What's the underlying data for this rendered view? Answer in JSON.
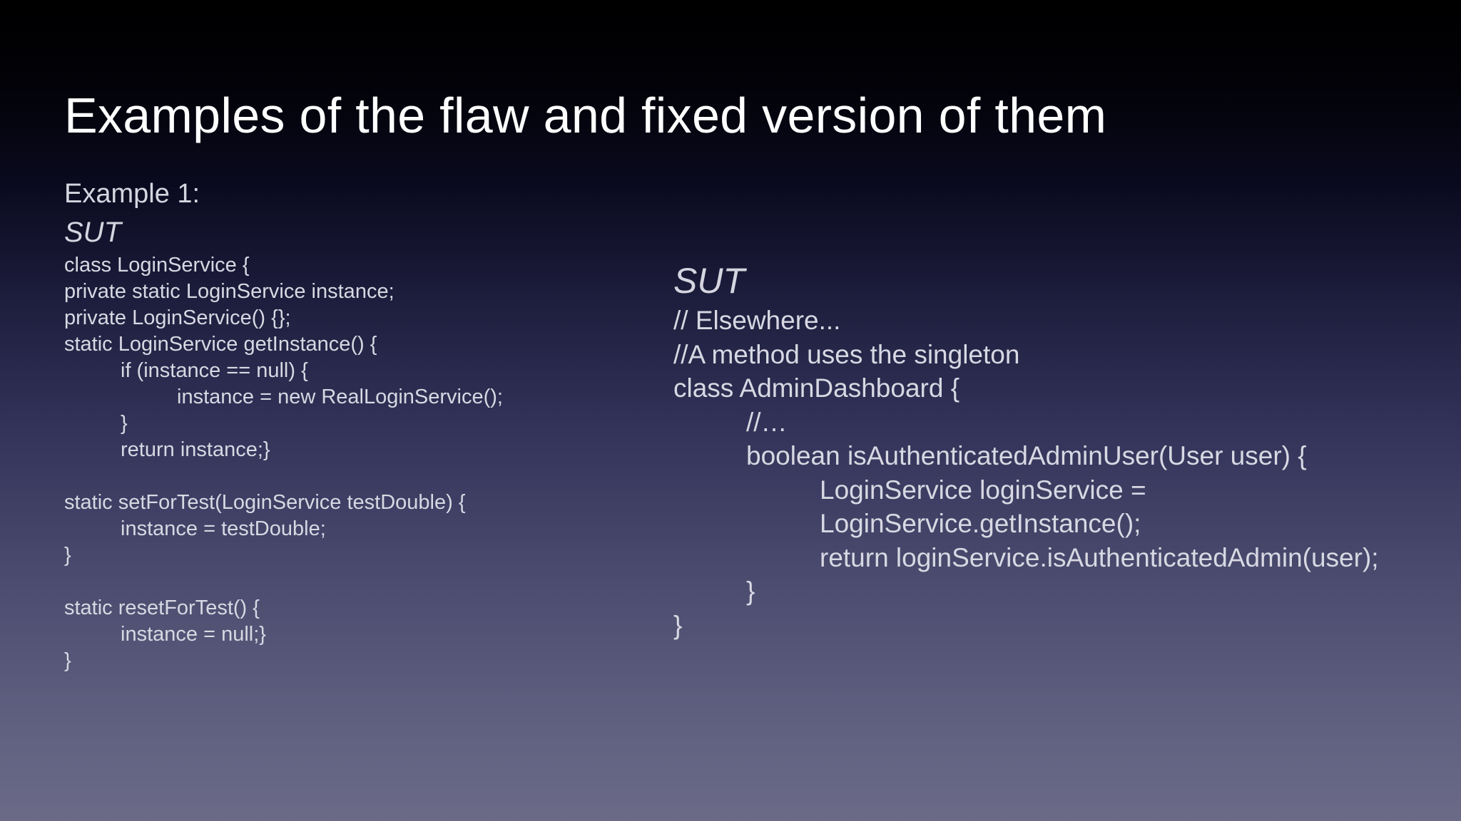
{
  "slide": {
    "title": "Examples of the flaw and fixed version of them"
  },
  "left": {
    "example_label": "Example 1:",
    "sut_label": "SUT",
    "code": [
      "class LoginService {",
      "private static LoginService instance;",
      "private LoginService() {};",
      "static LoginService getInstance() {",
      "if (instance == null) {",
      "instance = new RealLoginService();",
      "}",
      "return instance;}",
      "",
      "static setForTest(LoginService testDouble) {",
      "instance = testDouble;",
      "}",
      "",
      "static resetForTest() {",
      "instance = null;}",
      "}"
    ]
  },
  "right": {
    "sut_label": "SUT",
    "code": [
      "// Elsewhere...",
      "//A method uses the singleton",
      "class AdminDashboard {",
      "//…",
      "boolean isAuthenticatedAdminUser(User user) {",
      "LoginService loginService =",
      "LoginService.getInstance();",
      "return loginService.isAuthenticatedAdmin(user);",
      "}",
      "}"
    ]
  }
}
